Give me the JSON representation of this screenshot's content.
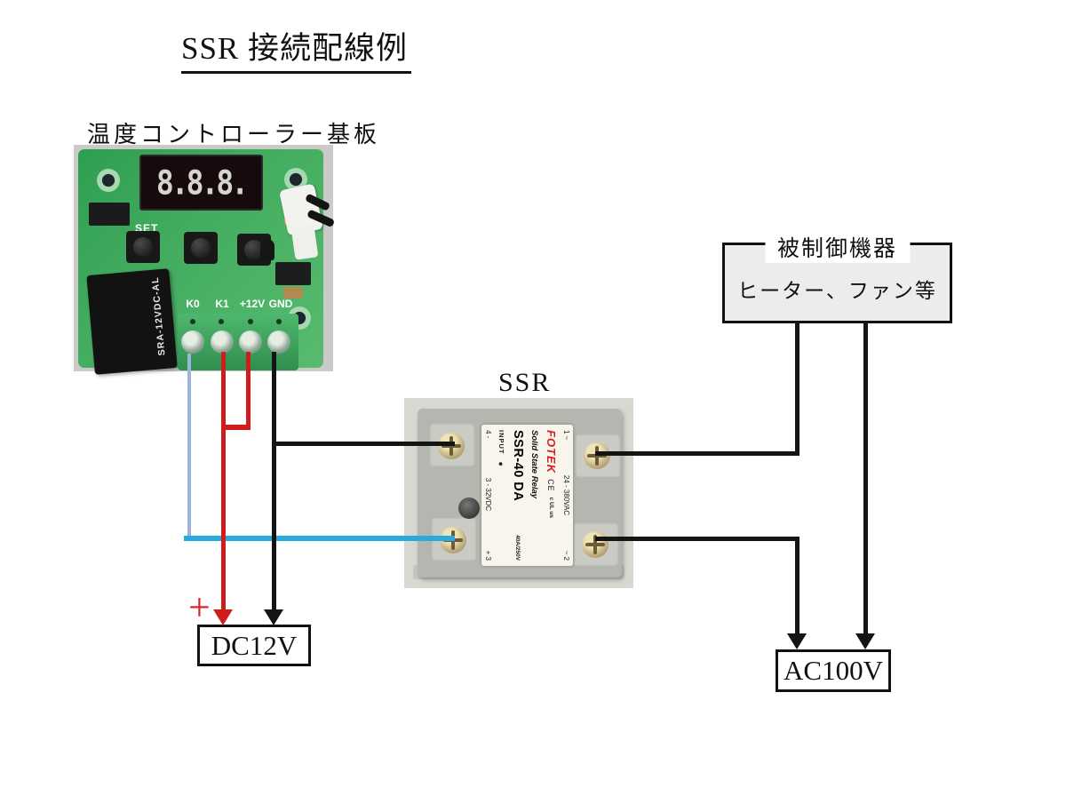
{
  "title": "SSR 接続配線例",
  "controller": {
    "label": "温度コントローラー基板",
    "display": "8.8.8.",
    "set_label": "SET",
    "relay_text": "SRA-12VDC-AL",
    "terminals": [
      "K0",
      "K1",
      "+12V",
      "GND"
    ]
  },
  "ssr": {
    "heading": "SSR",
    "sticker": {
      "out_left": "1 ~",
      "out_mid": "24 - 380VAC",
      "out_right": "~ 2",
      "brand": "FOTEK",
      "ce": "CE",
      "ul": "c UL us",
      "series": "Solid State Relay",
      "model": "SSR-40 DA",
      "rating": "40A/250V",
      "input": "INPUT",
      "led_dot": "●",
      "in_left": "4 -",
      "in_mid": "3 - 32VDC",
      "in_right": "+ 3"
    }
  },
  "device_box": {
    "title": "被制御機器",
    "content": "ヒーター、ファン等"
  },
  "dc_supply": {
    "label": "DC12V",
    "plus": "+"
  },
  "ac_supply": {
    "label": "AC100V"
  },
  "wire_colors": {
    "red": "#cf1d1d",
    "black": "#141414",
    "cyan": "#2aa9dd",
    "pale_blue": "#9fb4da"
  }
}
